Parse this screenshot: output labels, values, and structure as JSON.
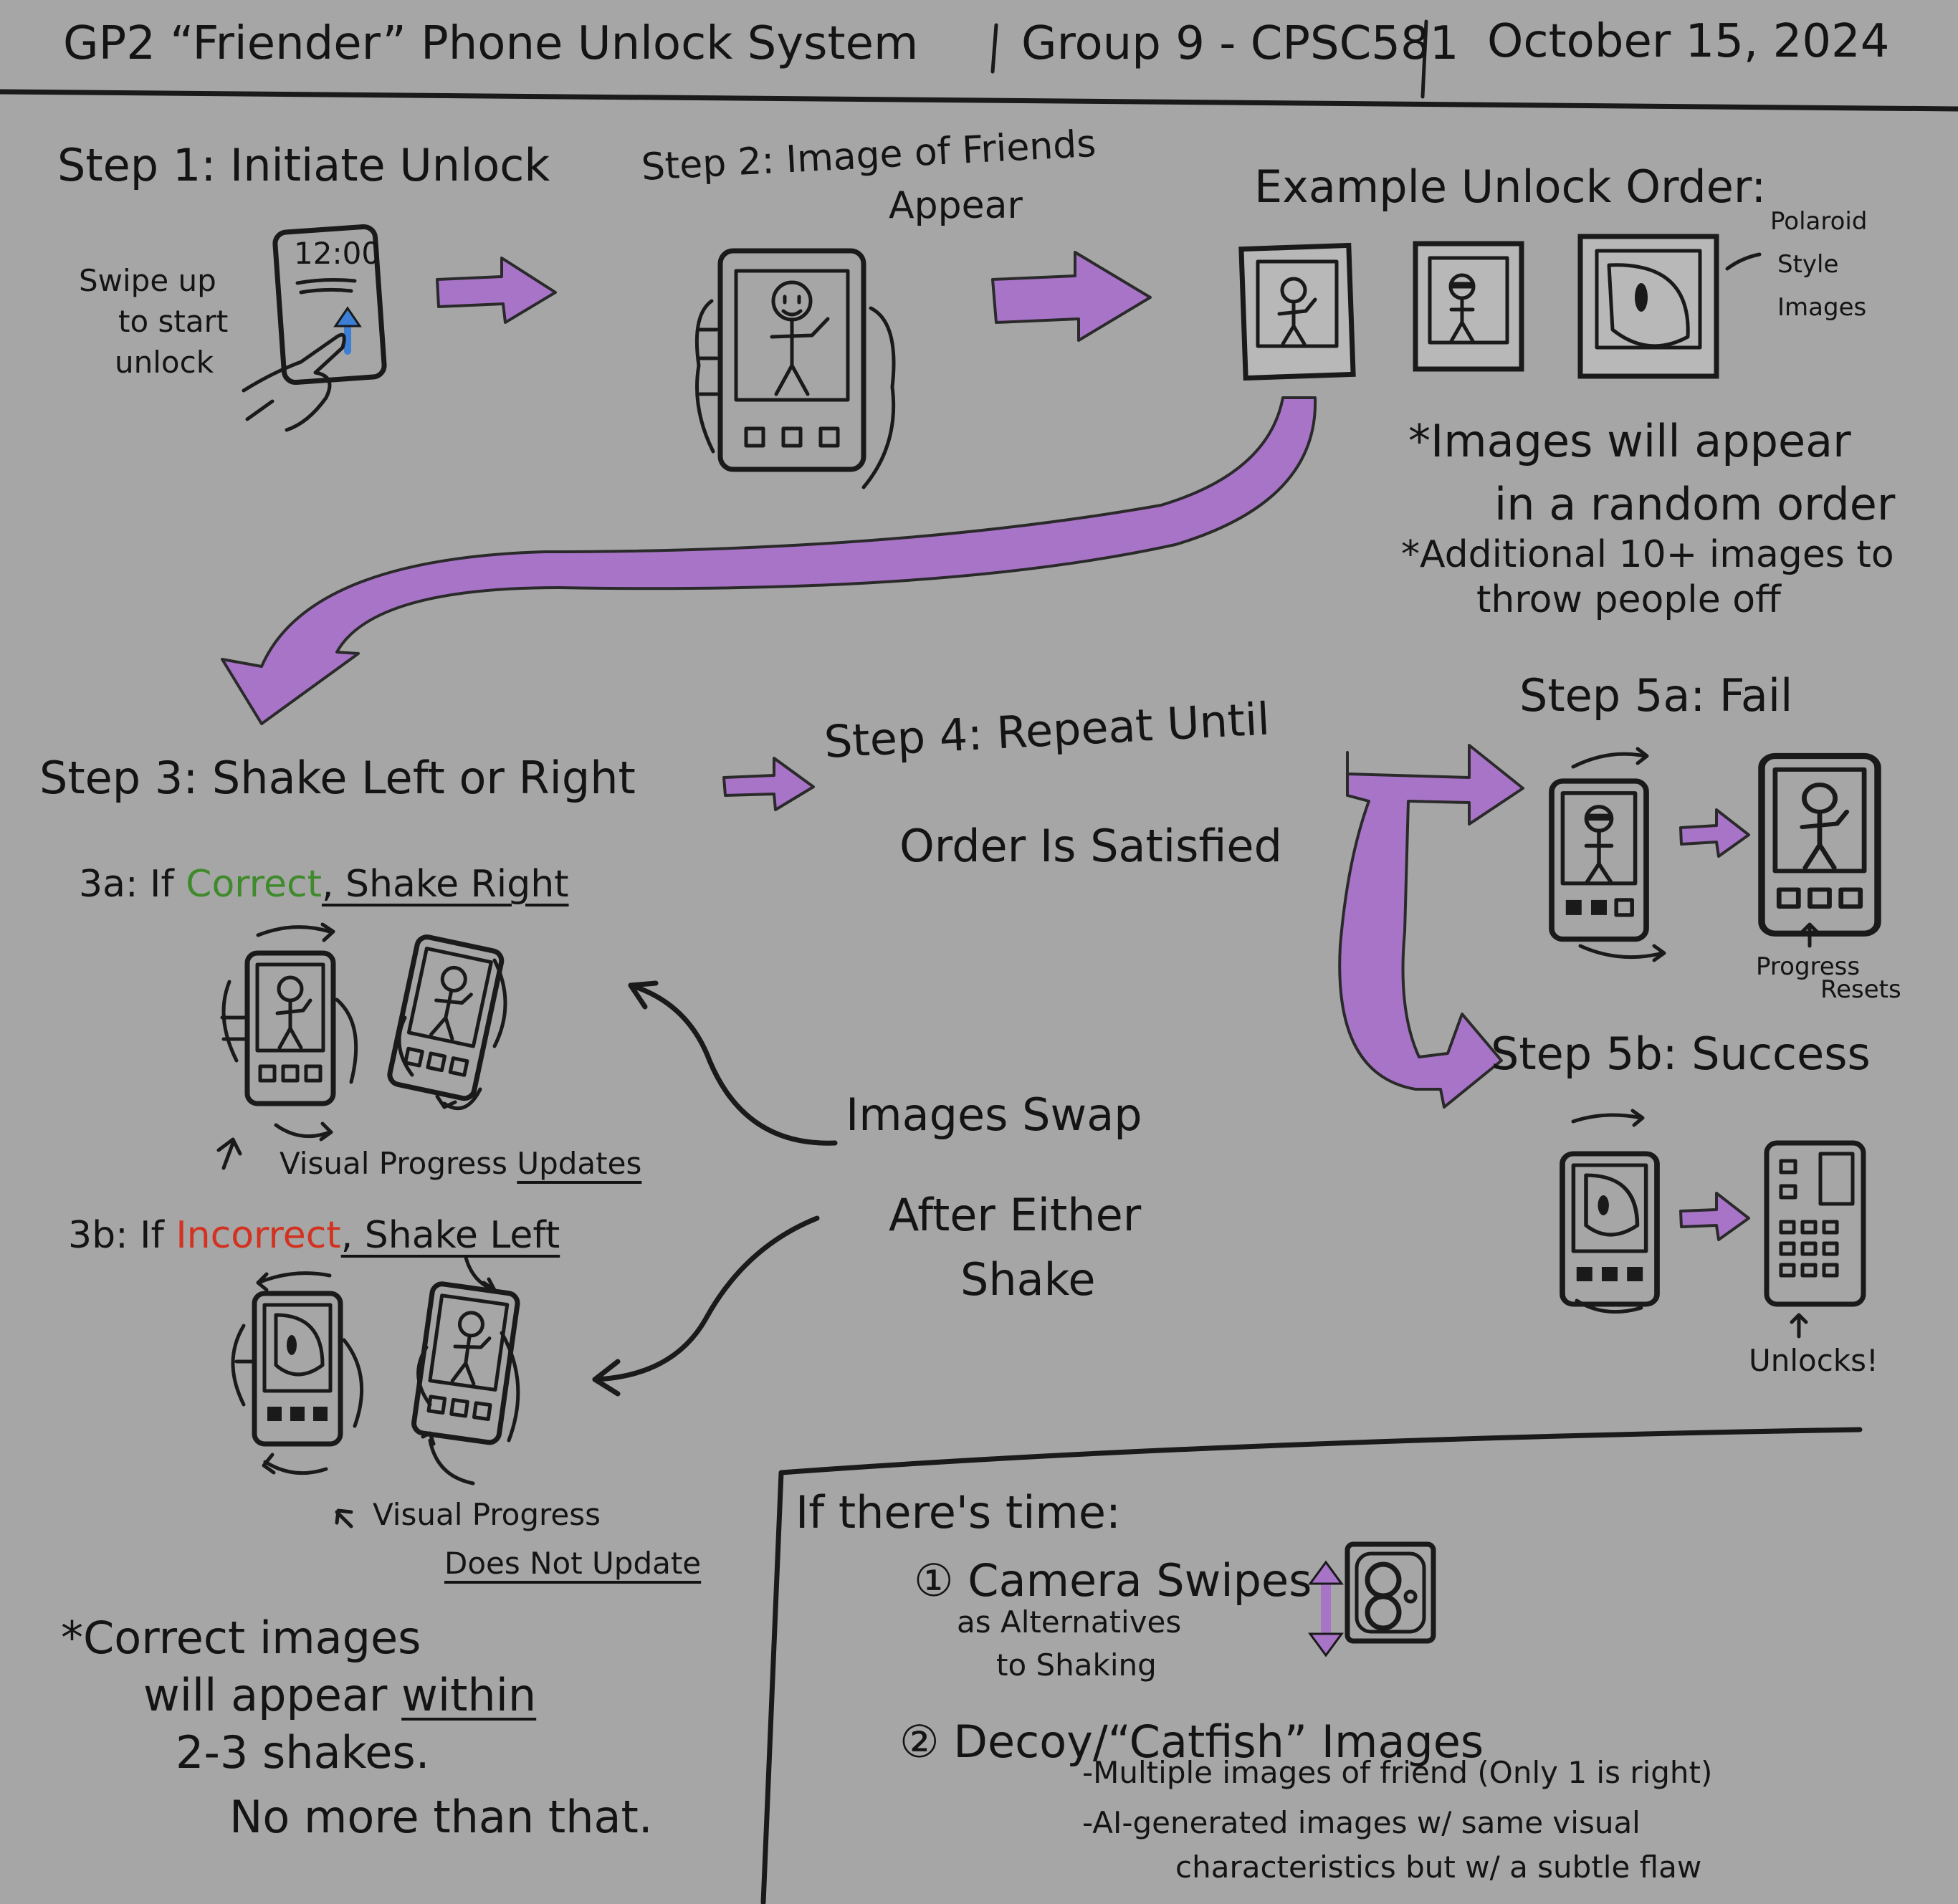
{
  "header": {
    "title": "GP2 “Friender” Phone Unlock System",
    "group": "Group 9 - CPSC581",
    "date": "October 15, 2024"
  },
  "step1": {
    "heading": "Step 1: Initiate Unlock",
    "note_line1": "Swipe up",
    "note_line2": "to start",
    "note_line3": "unlock",
    "clock": "12:00"
  },
  "step2": {
    "heading_line1": "Step 2: Image of Friends",
    "heading_line2": "Appear"
  },
  "example": {
    "heading": "Example Unlock Order:",
    "polaroid_line1": "Polaroid",
    "polaroid_line2": "Style",
    "polaroid_line3": "Images",
    "note1_line1": "*Images will appear",
    "note1_line2": "in a random order",
    "note2_line1": "*Additional 10+ images to",
    "note2_line2": "throw people off"
  },
  "step3": {
    "heading": "Step 3: Shake Left or Right",
    "a_prefix": "3a: If",
    "a_word": "Correct",
    "a_action": ", Shake Right",
    "a_progress_prefix": "Visual Progress",
    "a_progress_word": "Updates",
    "b_prefix": "3b: If",
    "b_word": "Incorrect",
    "b_action": ", Shake Left",
    "b_progress_line1": "Visual Progress",
    "b_progress_line2": "Does Not Update",
    "note_line1": "*Correct images",
    "note_line2_prefix": "will appear",
    "note_line2_word": "within",
    "note_line3": "2-3 shakes.",
    "note_line4": "No more than that."
  },
  "swap": {
    "line1": "Images Swap",
    "line2": "After Either",
    "line3": "Shake"
  },
  "step4": {
    "line1": "Step 4: Repeat Until",
    "line2": "Order Is Satisfied"
  },
  "step5a": {
    "heading": "Step 5a: Fail",
    "caption_line1": "Progress",
    "caption_line2": "Resets"
  },
  "step5b": {
    "heading": "Step 5b: Success",
    "caption": "Unlocks!"
  },
  "extras": {
    "heading": "If there's time:",
    "item1_line1": "① Camera Swipes",
    "item1_line2": "as Alternatives",
    "item1_line3": "to Shaking",
    "item2_line1": "② Decoy/“Catfish” Images",
    "item2_line2": "-Multiple images of friend (Only 1 is right)",
    "item2_line3": "-AI-generated images w/ same visual",
    "item2_line4": "characteristics but w/ a subtle flaw"
  },
  "colors": {
    "background": "#a6a6a6",
    "arrow": "#a874c8",
    "correct": "#3f8a2c",
    "incorrect": "#d2321f",
    "swipe_arrow": "#3b7fd6"
  }
}
